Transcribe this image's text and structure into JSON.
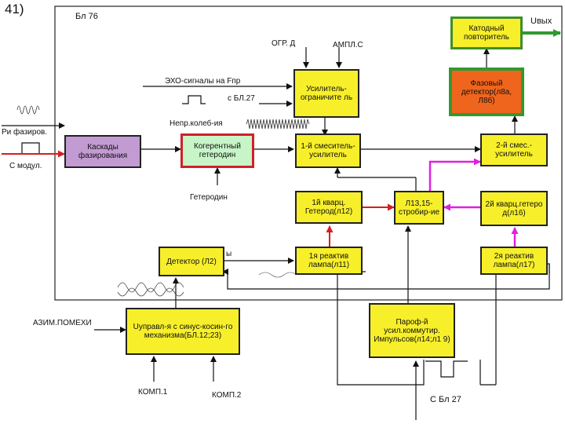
{
  "slide_number": "41)",
  "frame_title": "Бл 76",
  "blocks": {
    "cathode_follower": "Катодный повторитель",
    "phase_detector": "Фазовый детектор(л8а, Л8б)",
    "amplifier_limiter": "Усилитель-ограничите ль",
    "phasing_cascades": "Каскады фазирования",
    "coherent_lo": "Когерентный гетеродин",
    "mixer1": "1-й смеситель-усилитель",
    "mixer2": "2-й смес.-усилитель",
    "quartz_lo1": "1й кварц. Гетерод(л12)",
    "strobing": "Л13,15-стробир-ие",
    "quartz_lo2": "2й кварц.гетеро д(л16)",
    "detector": "Детектор (Л2)",
    "reactive_lamp1": "1я реактив лампа(л11)",
    "reactive_lamp2": "2я реактив лампа(л17)",
    "sincos_control": "Uуправл-я с синус-косин-го механизма(БЛ.12;23)",
    "pulse_switch": "Пароф-й усил.коммутир. Импульсов(л14;л1 9)"
  },
  "labels": {
    "u_out": "Uвых",
    "ogr_d": "ОГР. Д",
    "ampl_s": "АМПЛ.С",
    "echo_signals": "ЭХО-сигналы на Fпр",
    "s_bl27_top": "с БЛ.27",
    "cw_oscillations": "Непр.колеб-ия",
    "ri_phasing": "Ри фазиров.",
    "s_modul": "С модул.",
    "heterodyne": "Гетеродин",
    "fragment_y": "ы",
    "azim_interference": "АЗИМ.ПОМЕХИ",
    "comp1": "КОМП.1",
    "comp2": "КОМП.2",
    "s_bl27_bottom": "С Бл 27"
  },
  "colors": {
    "block_yellow": "#f7ef2a",
    "block_orange": "#f0651e",
    "block_purple": "#c39bd3",
    "block_green": "#c8f5c8",
    "border_green": "#2f9a30",
    "border_red": "#d0202a",
    "arrow_red": "#d42020",
    "arrow_magenta": "#e020e0",
    "arrow_green": "#2f9a30"
  }
}
